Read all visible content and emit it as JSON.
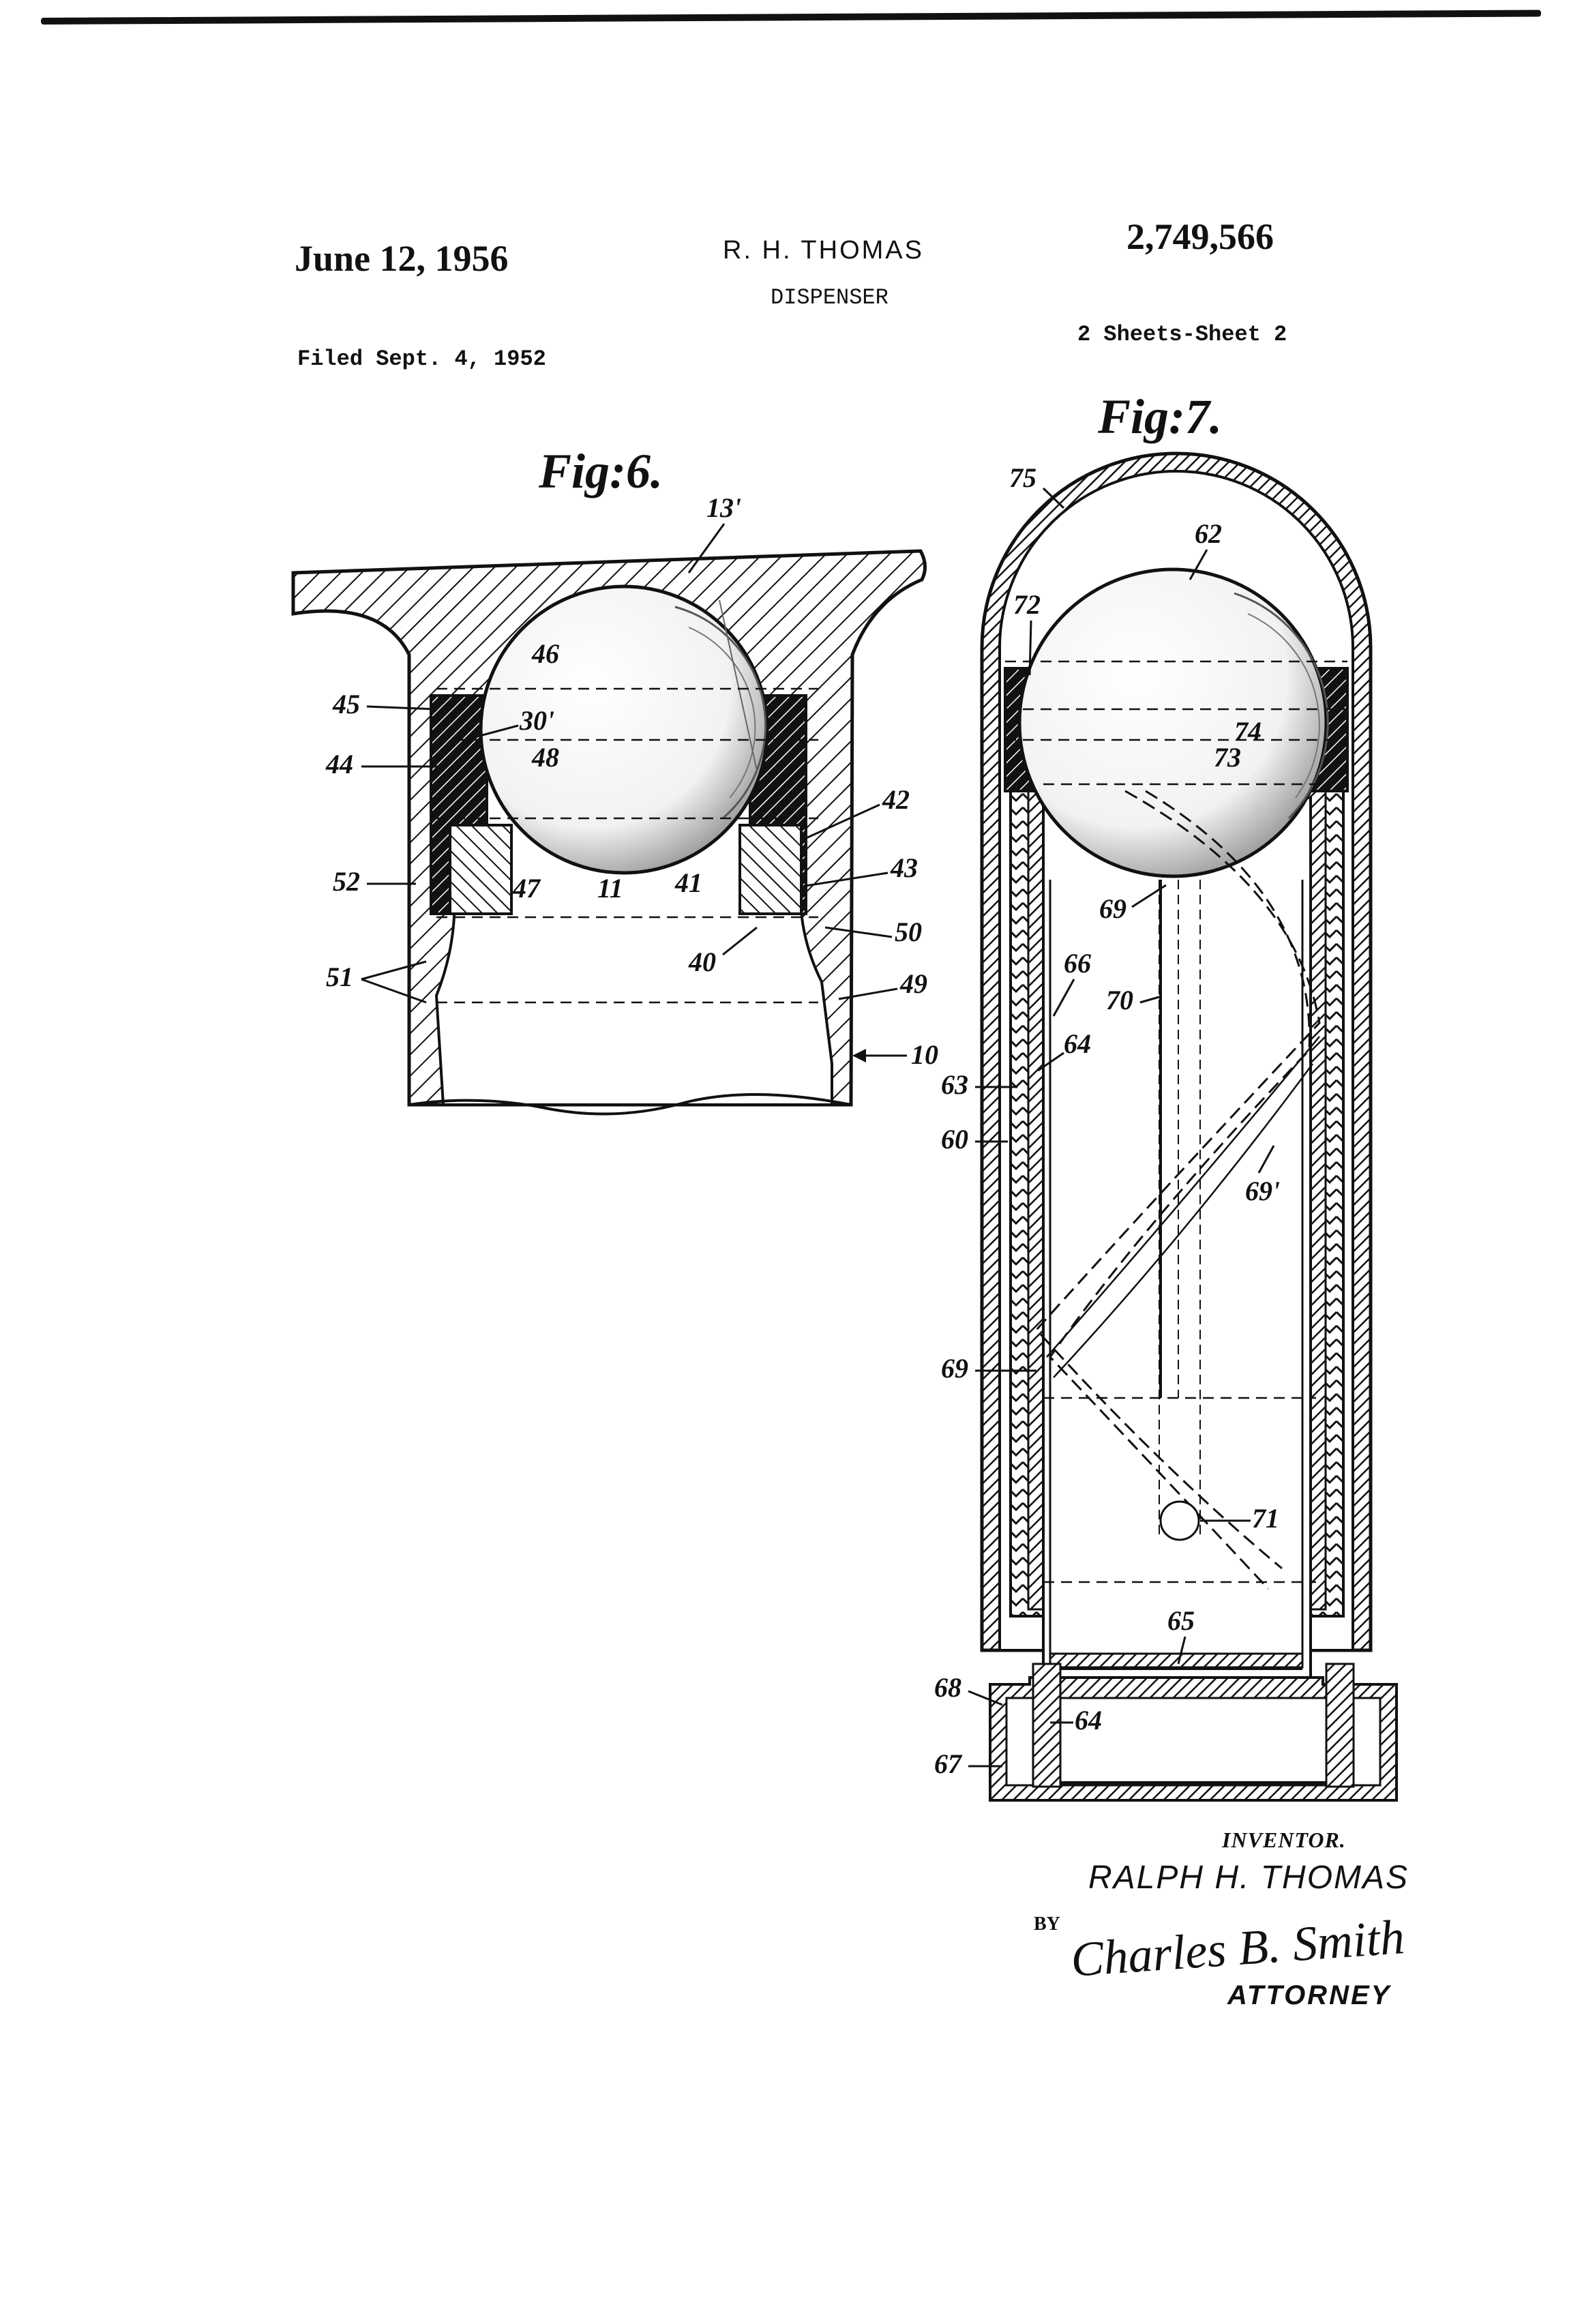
{
  "header": {
    "date": "June 12, 1956",
    "inventor": "R. H. THOMAS",
    "patent_number": "2,749,566",
    "title": "DISPENSER",
    "filed": "Filed Sept. 4, 1952",
    "sheets": "2 Sheets-Sheet 2"
  },
  "figures": {
    "fig6_label": "Fig:6.",
    "fig7_label": "Fig:7.",
    "fig6_refs": {
      "r13p": "13'",
      "r45": "45",
      "r46": "46",
      "r30p": "30'",
      "r44": "44",
      "r48": "48",
      "r42": "42",
      "r43": "43",
      "r52": "52",
      "r47": "47",
      "r11": "11",
      "r41": "41",
      "r50": "50",
      "r40": "40",
      "r51": "51",
      "r49": "49",
      "r10": "10"
    },
    "fig7_refs": {
      "r75": "75",
      "r62": "62",
      "r72": "72",
      "r74": "74",
      "r73": "73",
      "r69a": "69",
      "r66": "66",
      "r70": "70",
      "r64a": "64",
      "r63": "63",
      "r60": "60",
      "r69p": "69'",
      "r69b": "69",
      "r71": "71",
      "r65": "65",
      "r68": "68",
      "r64b": "64",
      "r67": "67"
    }
  },
  "signature_block": {
    "inventor_label": "INVENTOR.",
    "inventor_name": "RALPH H. THOMAS",
    "by": "BY",
    "signature": "Charles B. Smith",
    "attorney": "ATTORNEY"
  }
}
